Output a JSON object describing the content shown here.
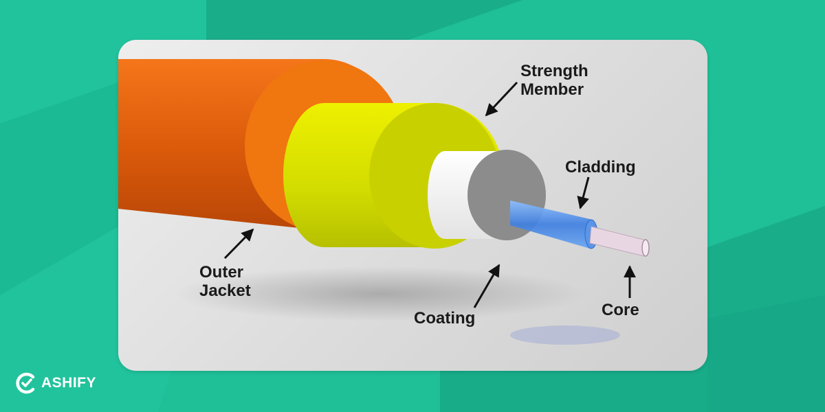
{
  "labels": {
    "strength_member": "Strength\nMember",
    "cladding": "Cladding",
    "outer_jacket": "Outer\nJacket",
    "coating": "Coating",
    "core": "Core"
  },
  "brand": {
    "name": "ASHIFY",
    "icon": "cashify-c-logo-icon"
  },
  "colors": {
    "background": "#1fbf98",
    "outer_jacket": "#f06d0c",
    "strength_member": "#d9e000",
    "coating": "#f2f2f2",
    "cladding": "#4d8fe8",
    "core": "#e6d6e2"
  }
}
